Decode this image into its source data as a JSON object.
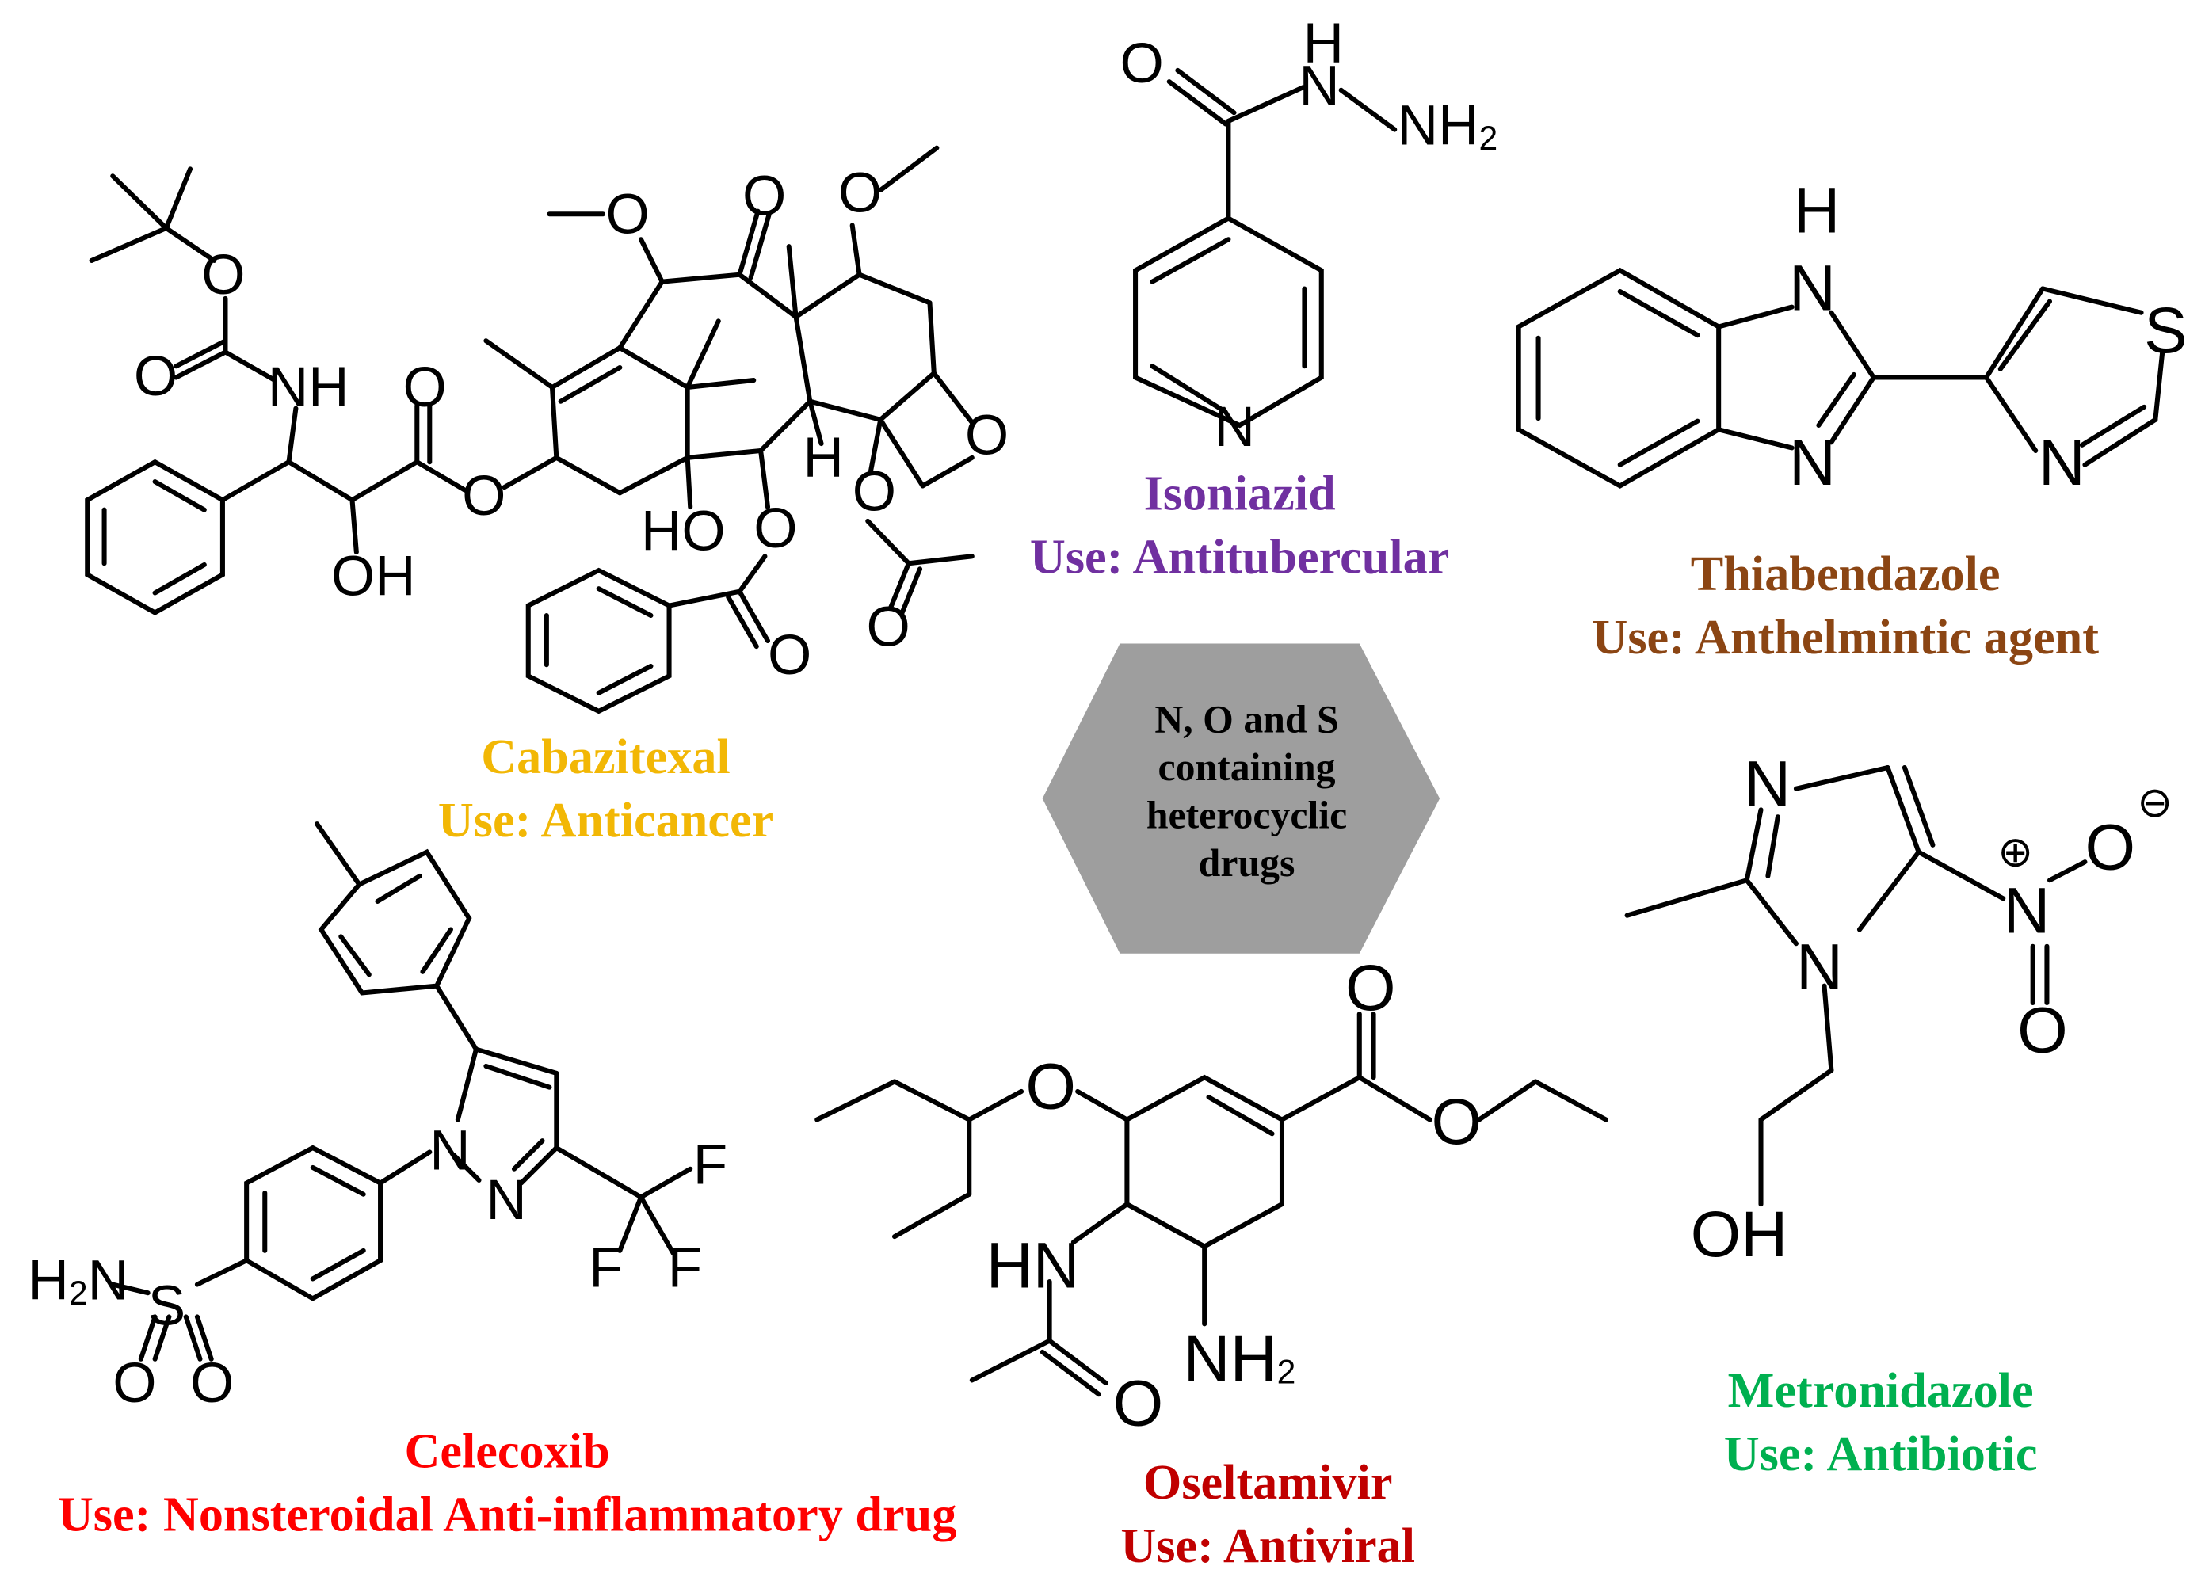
{
  "center": {
    "lines": [
      "N, O and S",
      "containing",
      "heterocyclic",
      "drugs"
    ],
    "fill": "#9e9e9e"
  },
  "drugs": [
    {
      "id": "cabazitaxel",
      "name": "Cabazitexal",
      "use": "Use: Anticancer",
      "color": "#f2b705"
    },
    {
      "id": "isoniazid",
      "name": "Isoniazid",
      "use": "Use: Antitubercular",
      "color": "#7030a0"
    },
    {
      "id": "thiabendazole",
      "name": "Thiabendazole",
      "use": "Use: Anthelmintic agent",
      "color": "#8b4513"
    },
    {
      "id": "celecoxib",
      "name": "Celecoxib",
      "use": "Use: Nonsteroidal Anti-inflammatory drug",
      "color": "#ff0000"
    },
    {
      "id": "oseltamivir",
      "name": "Oseltamivir",
      "use": "Use: Antiviral",
      "color": "#c00000"
    },
    {
      "id": "metronidazole",
      "name": "Metronidazole",
      "use": "Use: Antibiotic",
      "color": "#00b050"
    }
  ],
  "atoms": {
    "O": "O",
    "N": "N",
    "S": "S",
    "F": "F",
    "H": "H",
    "NH": "NH",
    "HN": "HN",
    "OH": "OH",
    "HO": "HO",
    "NH2": "NH",
    "H2N": "H",
    "N_sub2": "N",
    "sub2": "2",
    "plus": "⊕",
    "minus": "⊖"
  }
}
